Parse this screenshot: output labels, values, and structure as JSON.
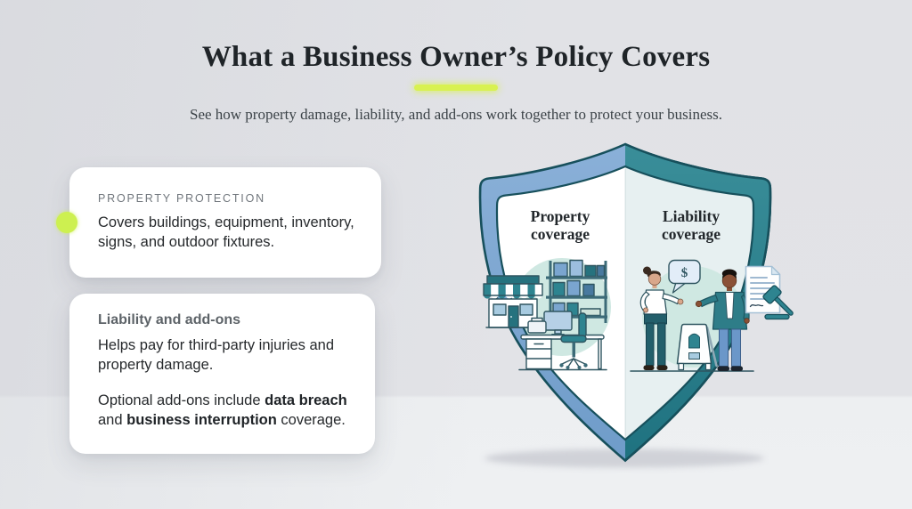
{
  "header": {
    "title": "What a Business Owner’s Policy Covers",
    "subtitle": "See how property damage, liability, and add-ons work together to protect your business."
  },
  "cards": {
    "property": {
      "eyebrow": "PROPERTY PROTECTION",
      "body": "Covers buildings, equipment, inventory, signs, and outdoor fixtures."
    },
    "liability": {
      "heading": "Liability and add-ons",
      "paragraph1": "Helps pay for third-party injuries and property damage.",
      "paragraph2": {
        "prefix": "Optional add-ons include ",
        "bold1": "data breach",
        "middle": " and ",
        "bold2": "business interruption",
        "suffix": " coverage."
      }
    }
  },
  "shield": {
    "left_label": "Property coverage",
    "right_label": "Liability coverage",
    "speech_bubble_text": "$"
  },
  "colors": {
    "accent_underline": "#d8f151",
    "accent_dot": "#cdf050",
    "shield_teal": "#2e8490",
    "shield_steel_blue": "#7da7d2",
    "shield_outline": "#17505c",
    "shield_interior_left": "#ffffff",
    "shield_interior_right": "#e7f0f1",
    "illustration_circle": "#cfe8e2",
    "background_top": "#e2e3e6",
    "background_bottom": "#edeff1"
  }
}
